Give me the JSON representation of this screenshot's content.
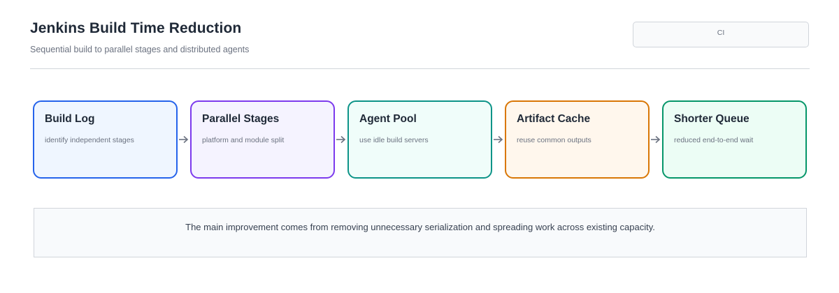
{
  "header": {
    "title": "Jenkins Build Time Reduction",
    "subtitle": "Sequential build to parallel stages and distributed agents",
    "tag": "CI"
  },
  "stages": [
    {
      "title": "Build Log",
      "desc": "identify independent stages",
      "border": "#2563eb",
      "fill": "#eff6ff"
    },
    {
      "title": "Parallel Stages",
      "desc": "platform and module split",
      "border": "#7c3aed",
      "fill": "#f5f3ff"
    },
    {
      "title": "Agent Pool",
      "desc": "use idle build servers",
      "border": "#0d9488",
      "fill": "#f0fdfa"
    },
    {
      "title": "Artifact Cache",
      "desc": "reuse common outputs",
      "border": "#d97706",
      "fill": "#fff7ed"
    },
    {
      "title": "Shorter Queue",
      "desc": "reduced end-to-end wait",
      "border": "#059669",
      "fill": "#ecfdf5"
    }
  ],
  "note": "The main improvement comes from removing unnecessary serialization and spreading work across existing capacity.",
  "colors": {
    "arrow": "#6b7280"
  }
}
